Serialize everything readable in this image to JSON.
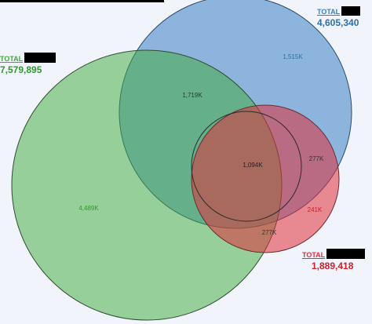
{
  "colors": {
    "background": "#f1f4fb",
    "blue": "#3a7fc4",
    "green": "#3daa3a",
    "red": "#e02f3a",
    "dark_label": "#333333",
    "redaction": "#000000"
  },
  "sets": {
    "blue": {
      "label": "TOTAL",
      "total": "4,605,340"
    },
    "green": {
      "label": "TOTAL",
      "total": "7,579,895"
    },
    "red": {
      "label": "TOTAL",
      "total": "1,889,418"
    }
  },
  "regions": {
    "blue_only": "1,515K",
    "green_only": "4,489K",
    "red_only": "241K",
    "blue_green": "1,719K",
    "blue_red": "277K",
    "green_red": "277K",
    "all_three": "1,094K"
  }
}
